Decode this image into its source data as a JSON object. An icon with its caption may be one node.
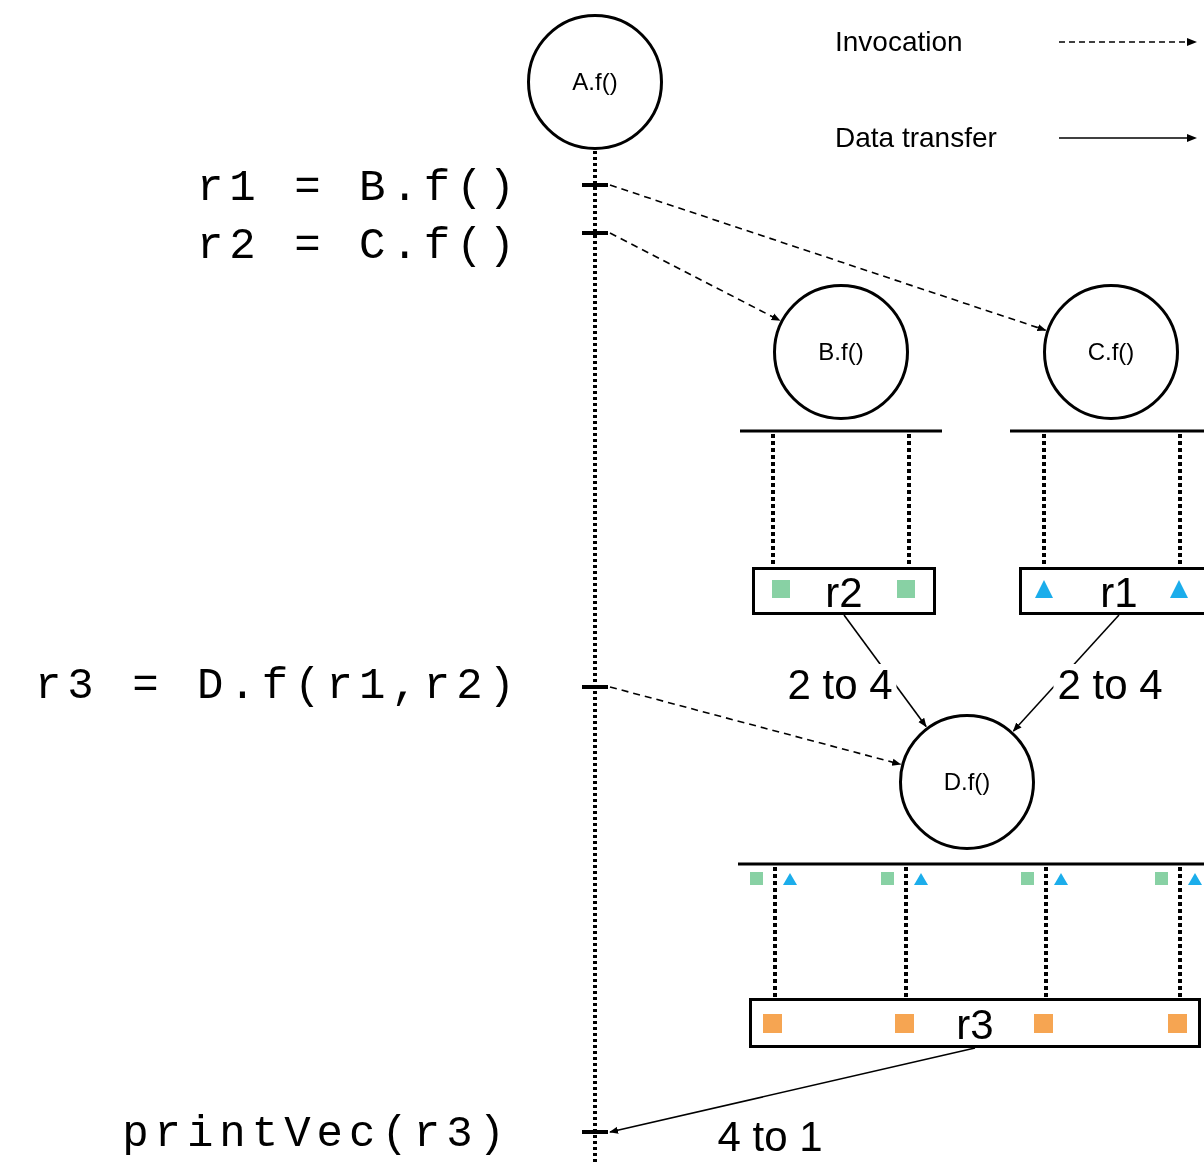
{
  "diagram": {
    "nodes": [
      {
        "text": [
          "A.f()"
        ]
      },
      {
        "text": [],
        "shape": "bar"
      },
      {
        "text": [],
        "shape": "bar"
      },
      {
        "text": [
          "B.f()"
        ]
      },
      {
        "text": [
          "C.f()"
        ]
      },
      {
        "text": [
          "r2"
        ]
      },
      {
        "text": [
          "r1"
        ]
      },
      {
        "text": [],
        "shape": "bar"
      },
      {
        "text": [
          "D.f()"
        ]
      },
      {
        "text": [
          "r3"
        ]
      },
      {
        "text": [],
        "shape": "bar"
      }
    ],
    "edges": [
      {
        "from": 1,
        "to": 4,
        "arrow": "to",
        "style": "dashed"
      },
      {
        "from": 2,
        "to": 3,
        "arrow": "to",
        "style": "dashed"
      },
      {
        "from": 5,
        "to": 8,
        "arrow": "to",
        "label": "2 to 4"
      },
      {
        "from": 6,
        "to": 8,
        "arrow": "to",
        "label": "2 to 4"
      },
      {
        "from": 7,
        "to": 8,
        "arrow": "to",
        "style": "dashed"
      },
      {
        "from": 9,
        "to": 10,
        "arrow": "to",
        "label": "4 to 1"
      }
    ],
    "labels": [
      "r1 = B.f()",
      "r2 = C.f()",
      "r3 = D.f(r1,r2)",
      "printVec(r3)"
    ],
    "legend": [
      {
        "text": "Invocation"
      },
      {
        "text": "Data transfer"
      }
    ]
  }
}
